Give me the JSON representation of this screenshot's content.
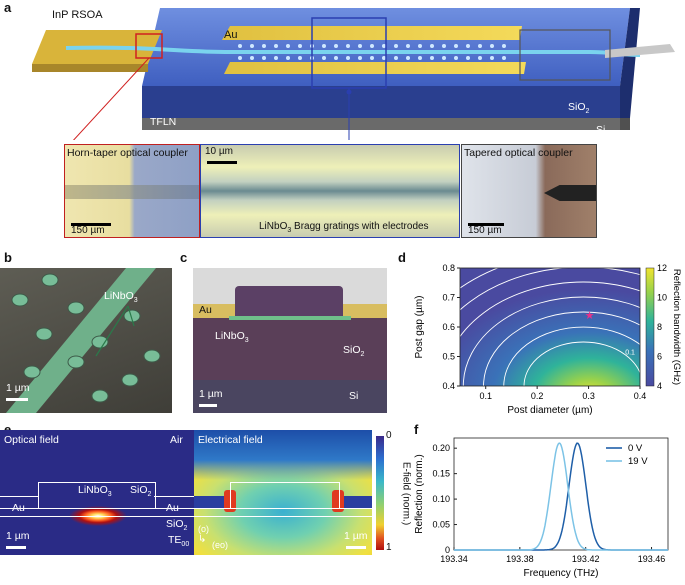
{
  "panels": {
    "a": {
      "letter": "a",
      "rsoa_label": "InP RSOA",
      "au_label": "Au",
      "sio2_label": "SiO",
      "sio2_sub": "2",
      "tfln_label": "TFLN",
      "si_label": "Si",
      "inset1": {
        "caption": "Horn-taper optical coupler",
        "scale": "150 µm"
      },
      "inset2": {
        "scale": "10 µm",
        "caption_a": "LiNbO",
        "caption_sub": "3",
        "caption_b": " Bragg gratings with electrodes"
      },
      "inset3": {
        "caption": "Tapered optical coupler",
        "scale": "150 µm"
      }
    },
    "b": {
      "letter": "b",
      "label": "LiNbO",
      "label_sub": "3",
      "scale": "1 µm"
    },
    "c": {
      "letter": "c",
      "au": "Au",
      "linbo": "LiNbO",
      "linbo_sub": "3",
      "sio2": "SiO",
      "sio2_sub": "2",
      "si": "Si",
      "scale": "1 µm"
    },
    "d": {
      "letter": "d"
    },
    "e": {
      "letter": "e",
      "optical_title": "Optical field",
      "electrical_title": "Electrical field",
      "air": "Air",
      "au_left": "Au",
      "au_right": "Au",
      "linbo": "LiNbO",
      "linbo_sub": "3",
      "sio2_top": "SiO",
      "sio2_bottom": "SiO",
      "sio2_sub": "2",
      "mode": "TE",
      "mode_sub": "00",
      "axis_o": "(o)",
      "axis_eo": "(eo)",
      "scale_left": "1 µm",
      "scale_right": "1 µm",
      "colorbar_label": "E-field (norm.)",
      "colorbar_ticks": [
        "0",
        "1"
      ]
    },
    "f": {
      "letter": "f"
    }
  },
  "chart_data": [
    {
      "type": "heatmap",
      "panel": "d",
      "xlabel": "Post diameter (µm)",
      "ylabel": "Post gap (µm)",
      "xlim": [
        0.05,
        0.4
      ],
      "ylim": [
        0.4,
        0.8
      ],
      "xticks": [
        "0.1",
        "0.2",
        "0.3",
        "0.4"
      ],
      "xtick_values": [
        0.1,
        0.2,
        0.3,
        0.4
      ],
      "yticks": [
        "0.4",
        "0.5",
        "0.6",
        "0.7",
        "0.8"
      ],
      "ytick_values": [
        0.4,
        0.5,
        0.6,
        0.7,
        0.8
      ],
      "colorbar_label": "Reflection bandwidth (GHz)",
      "colorbar_ticks": [
        "4",
        "6",
        "8",
        "10",
        "12"
      ],
      "colorbar_range": [
        4,
        12
      ],
      "contour_levels": [
        "0.1",
        "0.2",
        "0.3",
        "0.4",
        "0.5",
        "0.6",
        "0.7",
        "0.9"
      ],
      "marker": {
        "x": 0.3,
        "y": 0.64,
        "color": "#e8318a"
      }
    },
    {
      "type": "line",
      "panel": "f",
      "xlabel": "Frequency (THz)",
      "ylabel": "Reflection (norm.)",
      "xlim": [
        193.34,
        193.47
      ],
      "ylim": [
        0,
        0.22
      ],
      "xticks": [
        "193.34",
        "193.38",
        "193.42",
        "193.46"
      ],
      "xtick_values": [
        193.34,
        193.38,
        193.42,
        193.46
      ],
      "yticks": [
        "0",
        "0.05",
        "0.10",
        "0.15",
        "0.20"
      ],
      "ytick_values": [
        0,
        0.05,
        0.1,
        0.15,
        0.2
      ],
      "series": [
        {
          "name": "0 V",
          "color": "#1f5fa8",
          "center": 193.415,
          "peak": 0.21,
          "fwhm": 0.012
        },
        {
          "name": "19 V",
          "color": "#7cc3e6",
          "center": 193.404,
          "peak": 0.21,
          "fwhm": 0.012
        }
      ]
    }
  ]
}
